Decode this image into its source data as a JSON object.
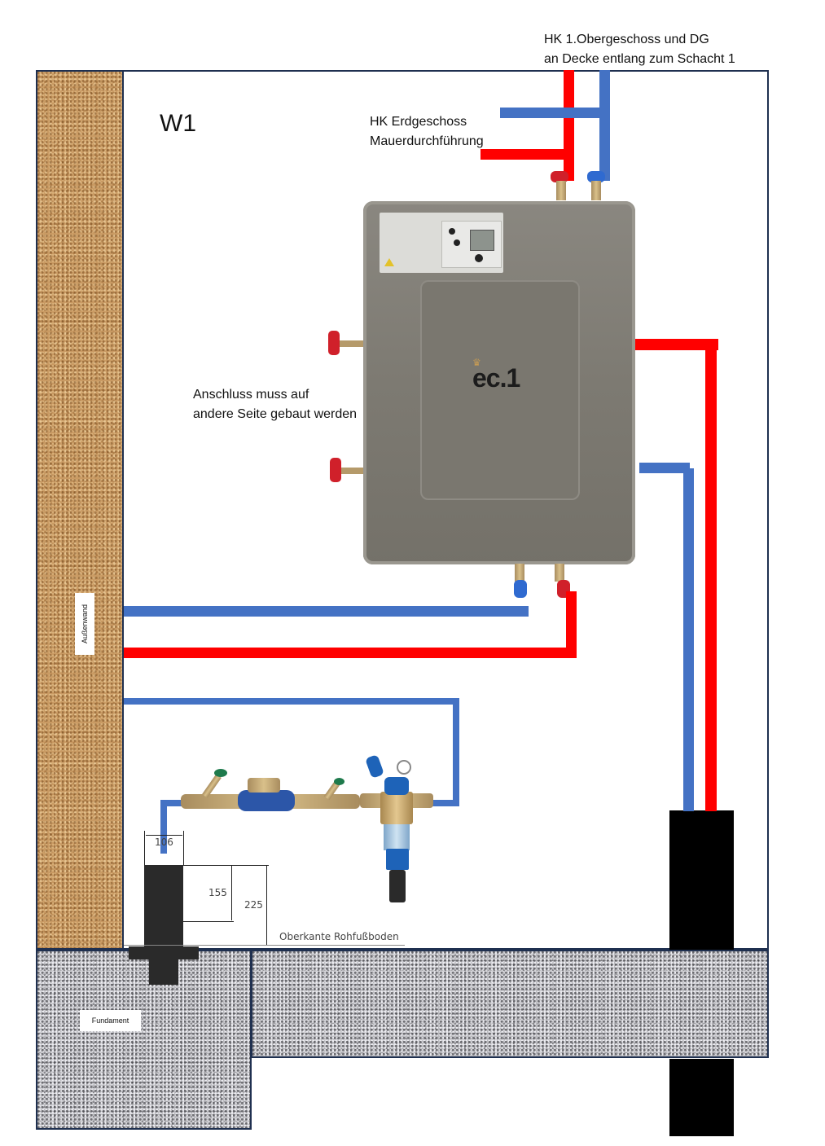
{
  "diagram": {
    "room_label": "W1",
    "labels": {
      "upper_floor": [
        "HK  1.Obergeschoss und DG",
        "an Decke entlang zum Schacht 1"
      ],
      "ground_floor": [
        "HK  Erdgeschoss",
        "Mauerdurchführung"
      ],
      "side_connection_note": [
        "Anschluss muss auf",
        "andere Seite gebaut werden"
      ],
      "outer_wall": "Außenwand",
      "foundation": "Fundament",
      "floor_reference": "Oberkante Rohfußboden"
    },
    "unit": {
      "brand_logo": "ec.1",
      "crown_icon": "♛"
    },
    "dimensions": {
      "width": "106",
      "inner_height": "155",
      "total_height": "225"
    },
    "colors": {
      "supply_pipe": "#ff0000",
      "return_pipe": "#4472c4",
      "outline": "#1f3050",
      "shaft": "#000000"
    }
  }
}
